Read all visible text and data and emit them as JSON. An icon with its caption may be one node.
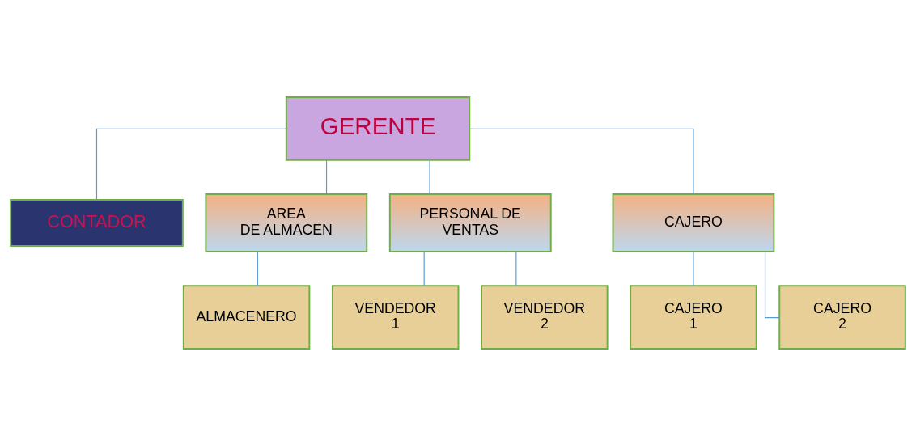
{
  "diagram": {
    "nodes": [
      {
        "text": [
          "GERENTE"
        ]
      },
      {
        "text": [
          "CONTADOR"
        ]
      },
      {
        "text": [
          "AREA DE ALMACEN"
        ]
      },
      {
        "text": [
          "PERSONAL DE VENTAS"
        ]
      },
      {
        "text": [
          "CAJERO"
        ]
      },
      {
        "text": [
          "ALMACENERO"
        ]
      },
      {
        "text": [
          "VENDEDOR 1"
        ]
      },
      {
        "text": [
          "VENDEDOR 2"
        ]
      },
      {
        "text": [
          "CAJERO 1"
        ]
      },
      {
        "text": [
          "CAJERO 2"
        ]
      }
    ],
    "edges": [
      {
        "from": 0,
        "to": 1,
        "arrow": "none"
      },
      {
        "from": 0,
        "to": 2,
        "arrow": "none"
      },
      {
        "from": 0,
        "to": 3,
        "arrow": "none"
      },
      {
        "from": 0,
        "to": 4,
        "arrow": "none"
      },
      {
        "from": 2,
        "to": 5,
        "arrow": "none"
      },
      {
        "from": 3,
        "to": 6,
        "arrow": "none"
      },
      {
        "from": 3,
        "to": 7,
        "arrow": "none"
      },
      {
        "from": 4,
        "to": 8,
        "arrow": "none"
      },
      {
        "from": 4,
        "to": 9,
        "arrow": "none"
      }
    ]
  }
}
